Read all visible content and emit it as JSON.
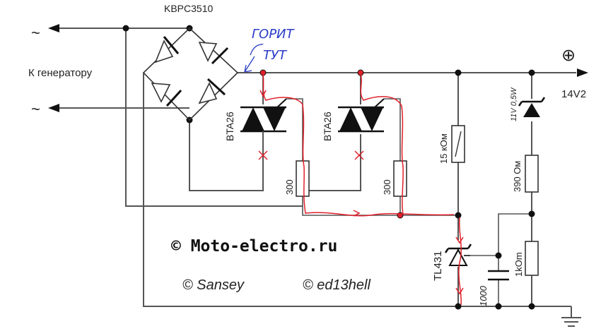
{
  "labels": {
    "bridge": "KBPC3510",
    "generator": "К генератору",
    "ac_top": "~",
    "ac_bottom": "~",
    "plus": "⊕",
    "output_voltage": "14V2",
    "triac1": "BTA26",
    "triac2": "BTA26",
    "r_300_1": "300",
    "r_300_2": "300",
    "r_15k": "15 кОм",
    "zener": "11V 0,5W",
    "r_390": "390 Ом",
    "tl431": "TL431",
    "r_1k": "1kOm",
    "cap": "1000",
    "watermark": "© Moto-electro.ru",
    "author1": "© Sansey",
    "author2": "© ed13hell"
  },
  "annotation": {
    "line1": "ГОРИТ",
    "line2": "ТУТ"
  },
  "colors": {
    "wire": "#555555",
    "annotation_red": "#e0202a",
    "annotation_blue": "#2a3cc8"
  }
}
